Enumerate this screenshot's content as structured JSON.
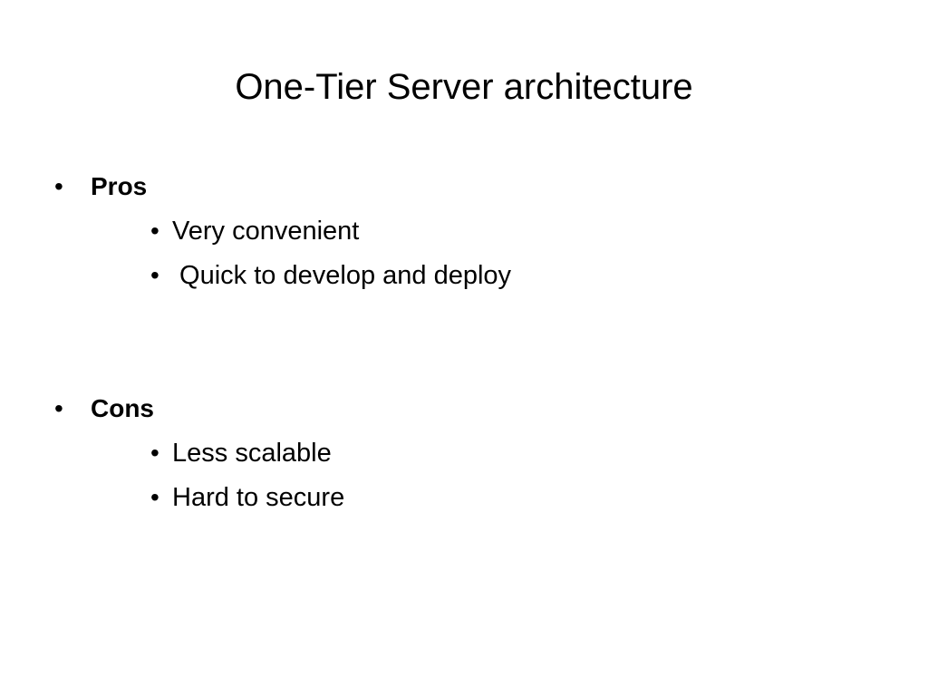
{
  "slide": {
    "title": "One-Tier Server architecture",
    "bullet_glyph": "•",
    "sections": [
      {
        "heading": "Pros",
        "items": [
          "Very convenient",
          " Quick to develop and deploy"
        ]
      },
      {
        "heading": "Cons",
        "items": [
          "Less scalable",
          "Hard to secure"
        ]
      }
    ]
  }
}
